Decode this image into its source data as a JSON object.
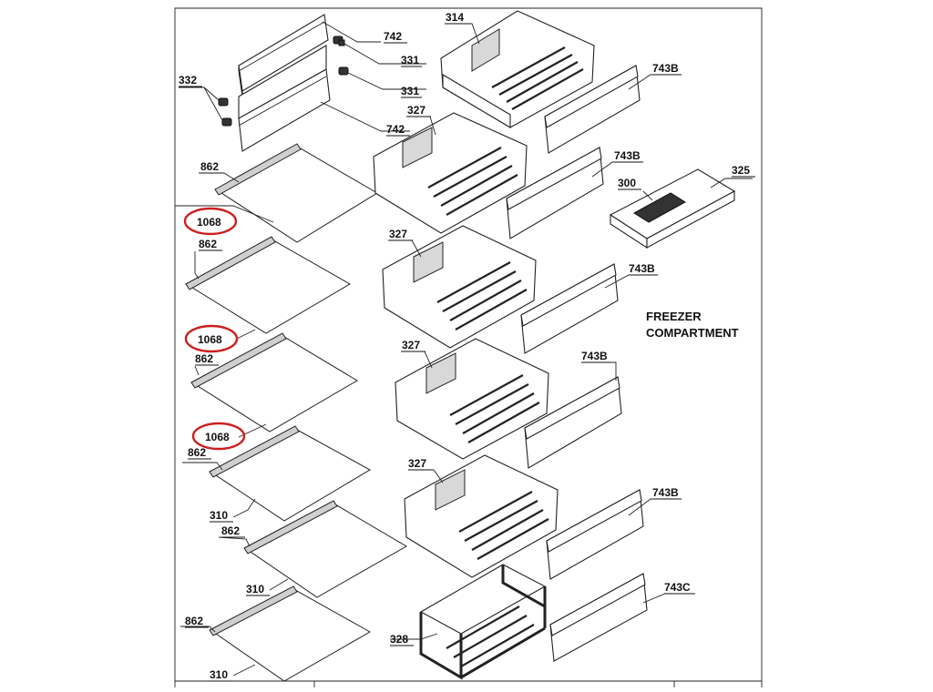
{
  "diagram": {
    "compartment_title_line1": "FREEZER",
    "compartment_title_line2": "COMPARTMENT",
    "labels": {
      "p742a": "742",
      "p331a": "331",
      "p331b": "331",
      "p742b": "742",
      "p332": "332",
      "p862a": "862",
      "p1068a": "1068",
      "p862b": "862",
      "p1068b": "1068",
      "p862c": "862",
      "p1068c": "1068",
      "p862d": "862",
      "p310a": "310",
      "p862e": "862",
      "p310b": "310",
      "p862f": "862",
      "p310c": "310",
      "p314": "314",
      "p327a": "327",
      "p327b": "327",
      "p327c": "327",
      "p327d": "327",
      "p328": "328",
      "p743Ba": "743B",
      "p743Bb": "743B",
      "p743Bc": "743B",
      "p743Bd": "743B",
      "p743Be": "743B",
      "p743C": "743C",
      "p300": "300",
      "p325": "325"
    },
    "highlight_color": "#cc1f1f"
  }
}
